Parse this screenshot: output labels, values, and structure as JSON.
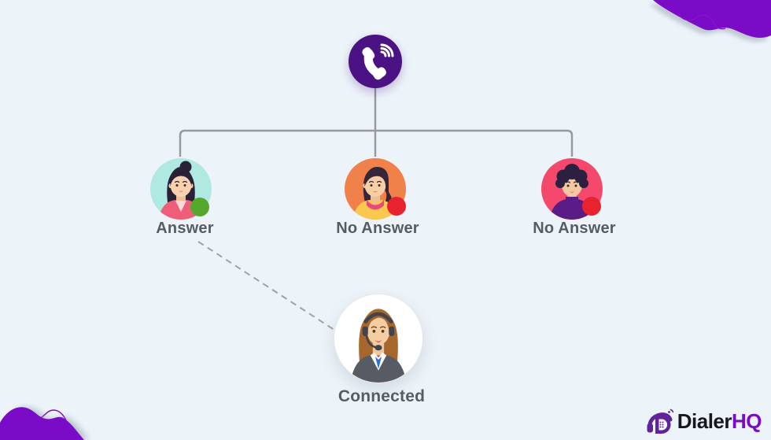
{
  "page": {
    "background": "#EDF4F9"
  },
  "diagram": {
    "root": {
      "name": "incoming-call",
      "icon": "phone-waves-icon",
      "circle_color": "#4A1282"
    },
    "branches": [
      {
        "label": "Answer",
        "status": "answered",
        "status_color": "#55A82B",
        "avatar": "woman-bun",
        "avatar_bg": "#AFE9E1"
      },
      {
        "label": "No Answer",
        "status": "no-answer",
        "status_color": "#E8232E",
        "avatar": "woman-ponytail",
        "avatar_bg": "#F1814B"
      },
      {
        "label": "No Answer",
        "status": "no-answer",
        "status_color": "#E8232E",
        "avatar": "person-afro",
        "avatar_bg": "#F4486C"
      }
    ],
    "result": {
      "label": "Connected",
      "avatar": "support-agent-headset"
    }
  },
  "branding": {
    "name": "Dialer",
    "suffix": "HQ",
    "brand_color": "#7A0BC6"
  },
  "decor": {
    "blob_color": "#7A0BC6",
    "connector_color": "#97999C"
  }
}
